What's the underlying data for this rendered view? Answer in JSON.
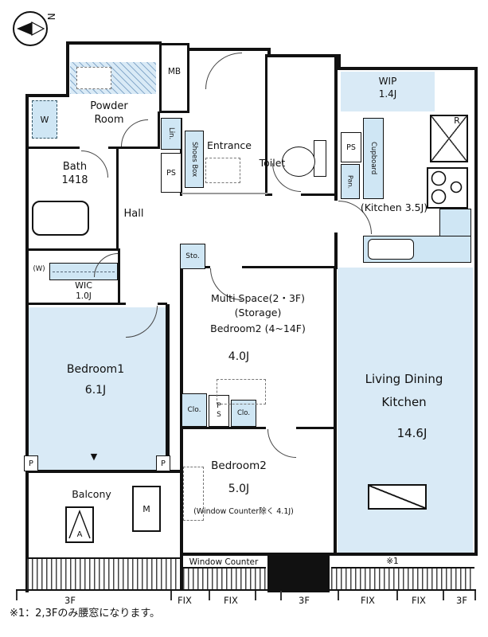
{
  "compass": {
    "north": "N"
  },
  "colors": {
    "room_fill": "#d9eaf6",
    "fixture_fill": "#cfe6f4",
    "wall": "#111111"
  },
  "rooms": {
    "powder": {
      "l1": "Powder",
      "l2": "Room"
    },
    "bath": {
      "l1": "Bath",
      "l2": "1418"
    },
    "entrance": "Entrance",
    "toilet": "Toilet",
    "hall": "Hall",
    "wip": {
      "l1": "WIP",
      "l2": "1.4J"
    },
    "kitchen": "(Kitchen 3.5J)",
    "wic": {
      "l1": "WIC",
      "l2": "1.0J"
    },
    "bedroom1": {
      "name": "Bedroom1",
      "size": "6.1J"
    },
    "multi": {
      "l1": "Multi Space(2・3F)",
      "l2": "(Storage)",
      "l3": "Bedroom2 (4~14F)",
      "size": "4.0J"
    },
    "ldk": {
      "l1": "Living Dining",
      "l2": "Kitchen",
      "size": "14.6J"
    },
    "bedroom2": {
      "name": "Bedroom2",
      "size": "5.0J",
      "note": "(Window Counter除く 4.1J)"
    },
    "balcony": "Balcony",
    "window_counter": "Window Counter"
  },
  "fixtures": {
    "mb": "MB",
    "washer": "W",
    "wic_w": "(W)",
    "lin": "Lin.",
    "ps_entrance": "PS",
    "ps_kitchen": "PS",
    "ps_closet": "PS",
    "shoes_box": "Shoes Box",
    "sto": "Sto.",
    "pan": "Pan.",
    "cupboard": "Cupboard",
    "clo_left": "Clo.",
    "clo_right": "Clo.",
    "fridge": "R",
    "meter": "M",
    "aircon": "A",
    "pole_left": "P",
    "pole_right": "P",
    "step_mark": "▼",
    "note_ref": "※1"
  },
  "bottom": {
    "markers": [
      "3F",
      "FIX",
      "FIX",
      "3F",
      "FIX",
      "FIX",
      "3F"
    ]
  },
  "footer": "※1：2,3Fのみ腰窓になります。"
}
